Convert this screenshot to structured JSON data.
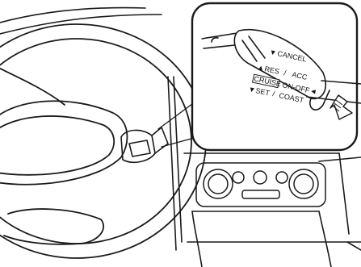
{
  "lever_labels": {
    "cancel": "CANCEL",
    "res": "RES",
    "acc": "ACC",
    "cruise": "CRUISE",
    "on_off": "ON-OFF",
    "set": "SET",
    "coast": "COAST"
  },
  "icons": {
    "arrow_up": "▲",
    "arrow_down": "▼",
    "arrow_left": "◄",
    "push_arrow": "push-down-arrow-icon"
  },
  "colors": {
    "ink": "#1a1a1a",
    "background": "#ffffff"
  }
}
